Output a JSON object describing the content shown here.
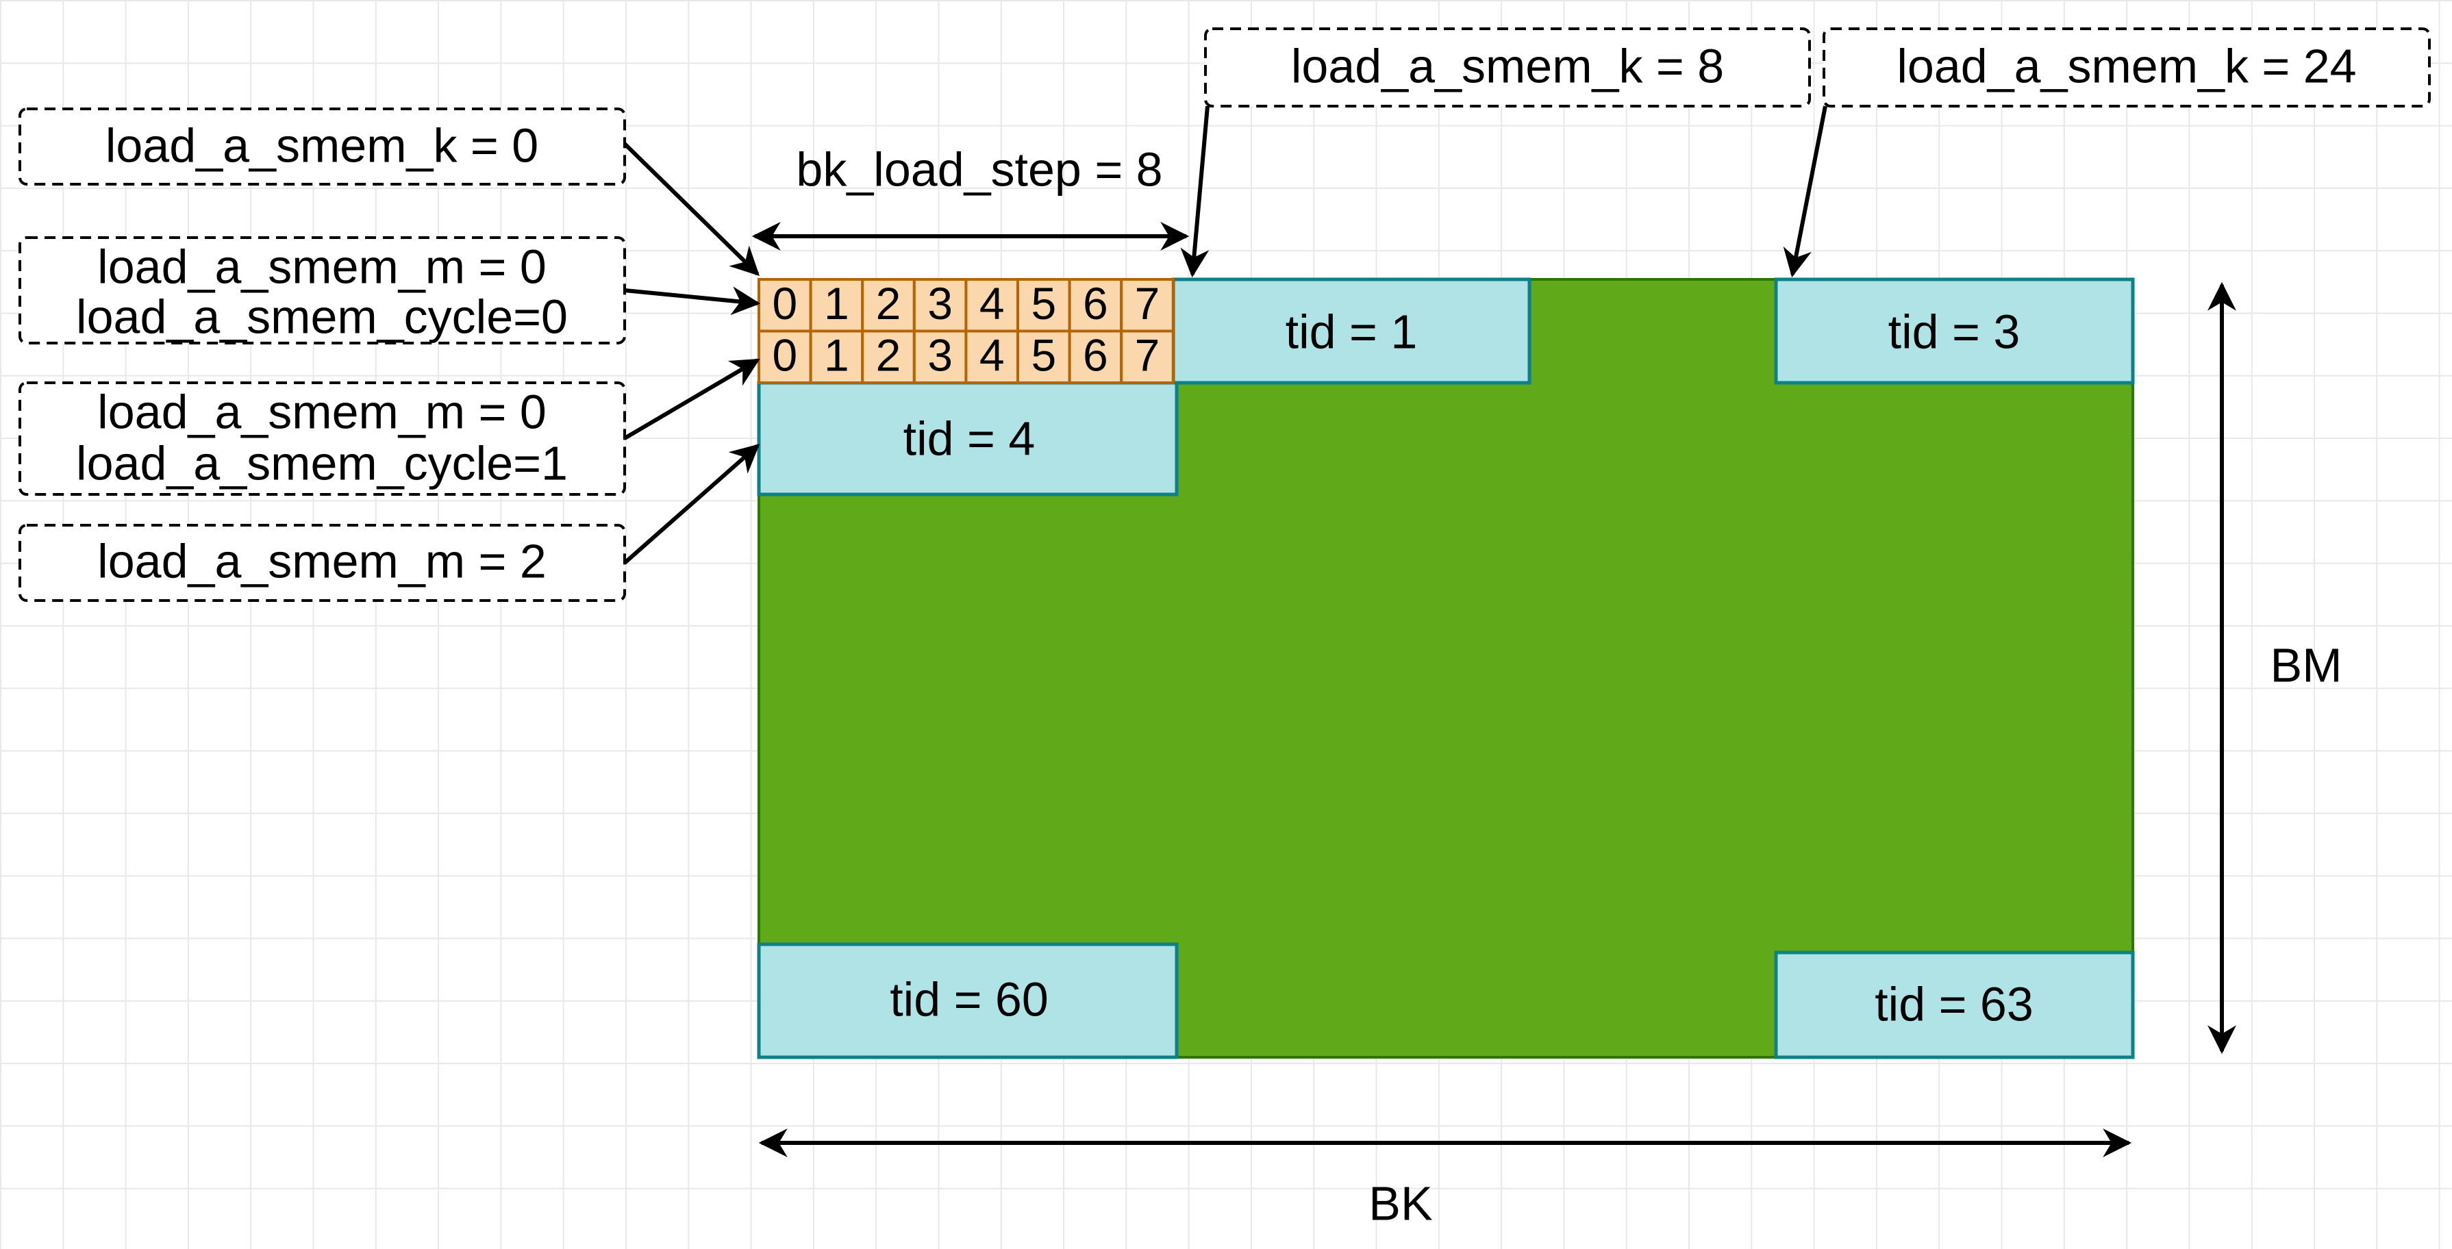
{
  "callouts": {
    "k0": "load_a_smem_k = 0",
    "k8": "load_a_smem_k = 8",
    "k24": "load_a_smem_k = 24",
    "m0_cycle0": [
      "load_a_smem_m = 0",
      "load_a_smem_cycle=0"
    ],
    "m0_cycle1": [
      "load_a_smem_m = 0",
      "load_a_smem_cycle=1"
    ],
    "m2": "load_a_smem_m = 2"
  },
  "step_label": "bk_load_step = 8",
  "cells": {
    "row0": [
      "0",
      "1",
      "2",
      "3",
      "4",
      "5",
      "6",
      "7"
    ],
    "row1": [
      "0",
      "1",
      "2",
      "3",
      "4",
      "5",
      "6",
      "7"
    ]
  },
  "tids": {
    "t1": "tid = 1",
    "t3": "tid = 3",
    "t4": "tid = 4",
    "t60": "tid = 60",
    "t63": "tid = 63"
  },
  "axis_labels": {
    "bm": "BM",
    "bk": "BK"
  },
  "colors": {
    "matrix_fill": "#60a918",
    "matrix_stroke": "#2d7600",
    "tid_fill": "#b0e3e6",
    "tid_stroke": "#0e8088",
    "cell_fill": "#fad7ac",
    "cell_stroke": "#b46504"
  }
}
